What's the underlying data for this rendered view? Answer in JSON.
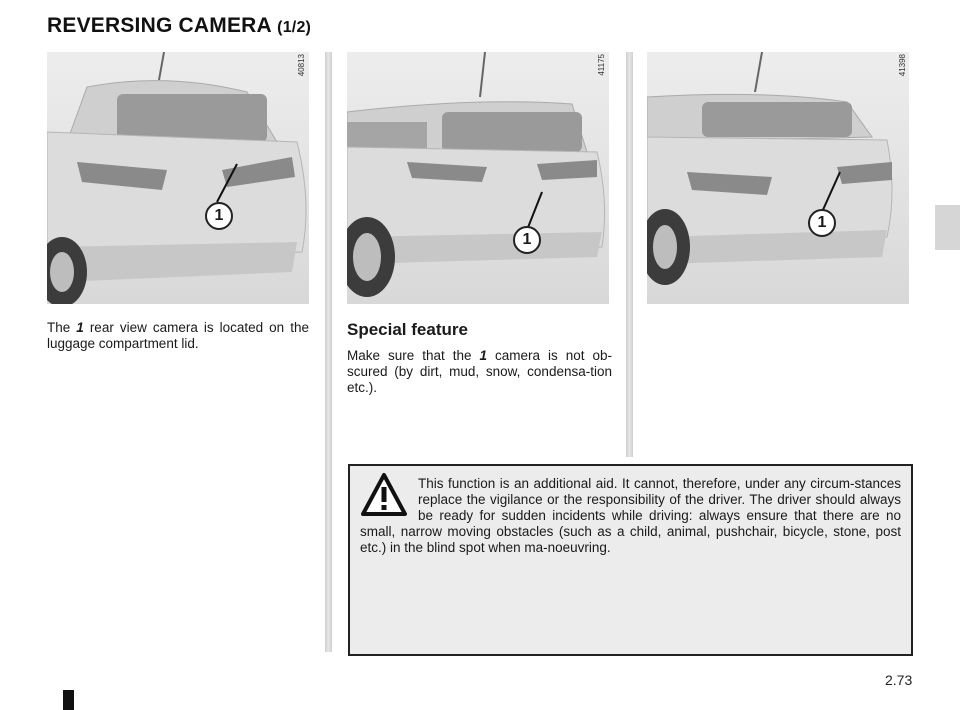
{
  "header": {
    "title": "REVERSING CAMERA",
    "subtitle": "(1/2)"
  },
  "figures": [
    {
      "ref": "40813",
      "callout": "1"
    },
    {
      "ref": "41175",
      "callout": "1"
    },
    {
      "ref": "41398",
      "callout": "1"
    }
  ],
  "location": {
    "text_before": "The",
    "number": "1",
    "text_after": "rear view camera is located on the luggage compartment lid."
  },
  "special": {
    "heading": "Special feature",
    "text_before": "Make sure that the",
    "number": "1",
    "text_after": "camera is not ob-scured (by dirt, mud, snow, condensa-tion etc.)."
  },
  "warning": {
    "icon": "warning-triangle-icon",
    "text": "This function is an additional aid. It cannot, therefore, under any circum-stances replace the vigilance or the responsibility of the driver. The driver should always be ready for sudden incidents while driving: always ensure that there are no small, narrow moving obstacles (such as a child, animal, pushchair, bicycle, stone, post etc.) in the blind spot when ma-noeuvring."
  },
  "footer": {
    "page_number": "2.73"
  }
}
